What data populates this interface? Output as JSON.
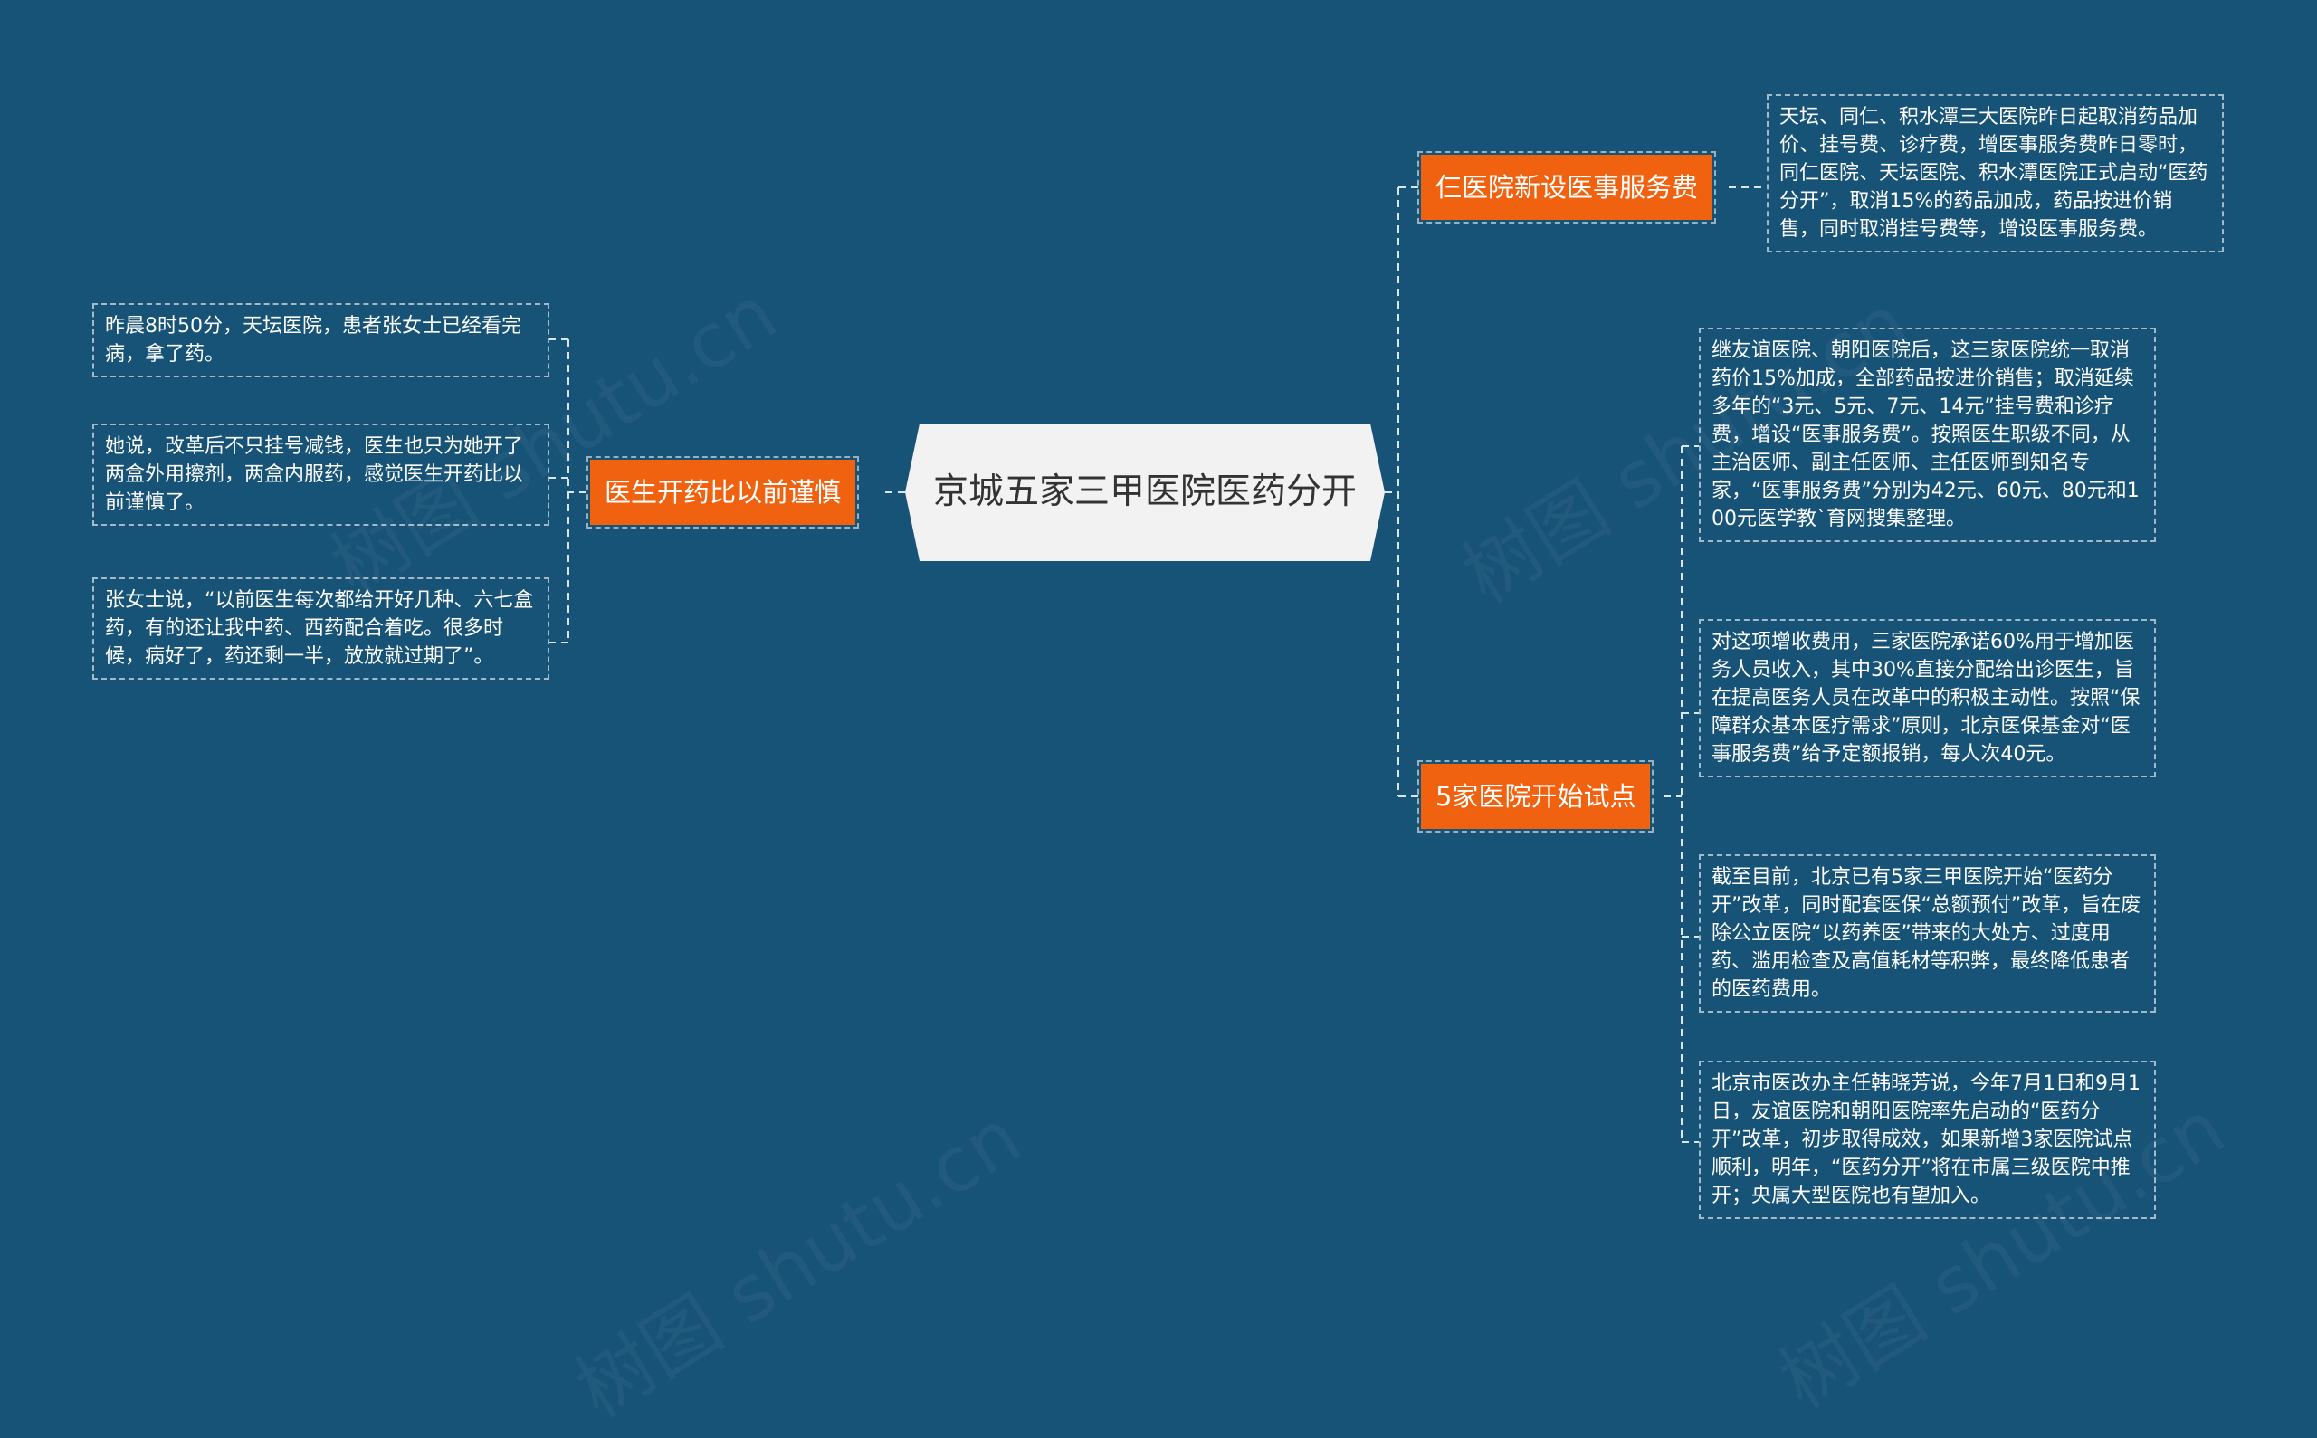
{
  "center": {
    "title": "京城五家三甲医院医药分开"
  },
  "left": {
    "branch": "医生开药比以前谨慎",
    "leaves": [
      "昨晨8时50分，天坛医院，患者张女士已经看完病，拿了药。",
      "她说，改革后不只挂号减钱，医生也只为她开了两盒外用擦剂，两盒内服药，感觉医生开药比以前谨慎了。",
      "张女士说，“以前医生每次都给开好几种、六七盒药，有的还让我中药、西药配合着吃。很多时候，病好了，药还剩一半，放放就过期了”。"
    ]
  },
  "right_top": {
    "branch": "仨医院新设医事服务费",
    "leaves": [
      "天坛、同仁、积水潭三大医院昨日起取消药品加价、挂号费、诊疗费，增医事服务费昨日零时，同仁医院、天坛医院、积水潭医院正式启动“医药分开”，取消15%的药品加成，药品按进价销售，同时取消挂号费等，增设医事服务费。"
    ]
  },
  "right_bottom": {
    "branch": "5家医院开始试点",
    "leaves": [
      "继友谊医院、朝阳医院后，这三家医院统一取消药价15%加成，全部药品按进价销售；取消延续多年的“3元、5元、7元、14元”挂号费和诊疗费，增设“医事服务费”。按照医生职级不同，从主治医师、副主任医师、主任医师到知名专家，“医事服务费”分别为42元、60元、80元和100元医学教`育网搜集整理。",
      "对这项增收费用，三家医院承诺60%用于增加医务人员收入，其中30%直接分配给出诊医生，旨在提高医务人员在改革中的积极主动性。按照“保障群众基本医疗需求”原则，北京医保基金对“医事服务费”给予定额报销，每人次40元。",
      "截至目前，北京已有5家三甲医院开始“医药分开”改革，同时配套医保“总额预付”改革，旨在废除公立医院“以药养医”带来的大处方、过度用药、滥用检查及高值耗材等积弊，最终降低患者的医药费用。",
      "北京市医改办主任韩晓芳说，今年7月1日和9月1日，友谊医院和朝阳医院率先启动的“医药分开”改革，初步取得成效，如果新增3家医院试点顺利，明年，“医药分开”将在市属三级医院中推开；央属大型医院也有望加入。"
    ]
  },
  "watermarks": [
    "树图 shutu.cn",
    "树图 shutu.cn",
    "树图 shutu.cn",
    "树图 shutu.cn"
  ],
  "colors": {
    "background": "#175277",
    "branch": "#f0620f",
    "center": "#f2f2f2",
    "connector": "#ffffff"
  }
}
